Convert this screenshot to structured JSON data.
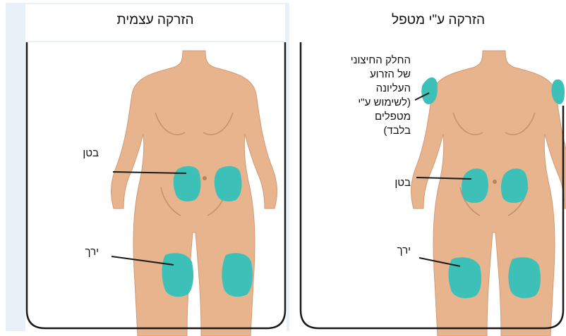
{
  "left_panel": {
    "title": "הזרקה עצמית",
    "labels": {
      "abdomen": "בטן",
      "thigh": "ירך"
    }
  },
  "right_panel": {
    "title": "הזרקה ע\"י מטפל",
    "labels": {
      "upper_arm": [
        "החלק החיצוני",
        "של הזרוע",
        "העליונה",
        "(לשימוש ע\"י",
        "מטפלים",
        "בלבד)"
      ],
      "abdomen": "בטן",
      "thigh": "ירך"
    }
  },
  "colors": {
    "skin": "#e8b48e",
    "skin_outline": "#c88e6a",
    "injection_site": "#3cc0b7",
    "frame": "#1a1a1a",
    "panel_background": "#e8f0f8"
  }
}
